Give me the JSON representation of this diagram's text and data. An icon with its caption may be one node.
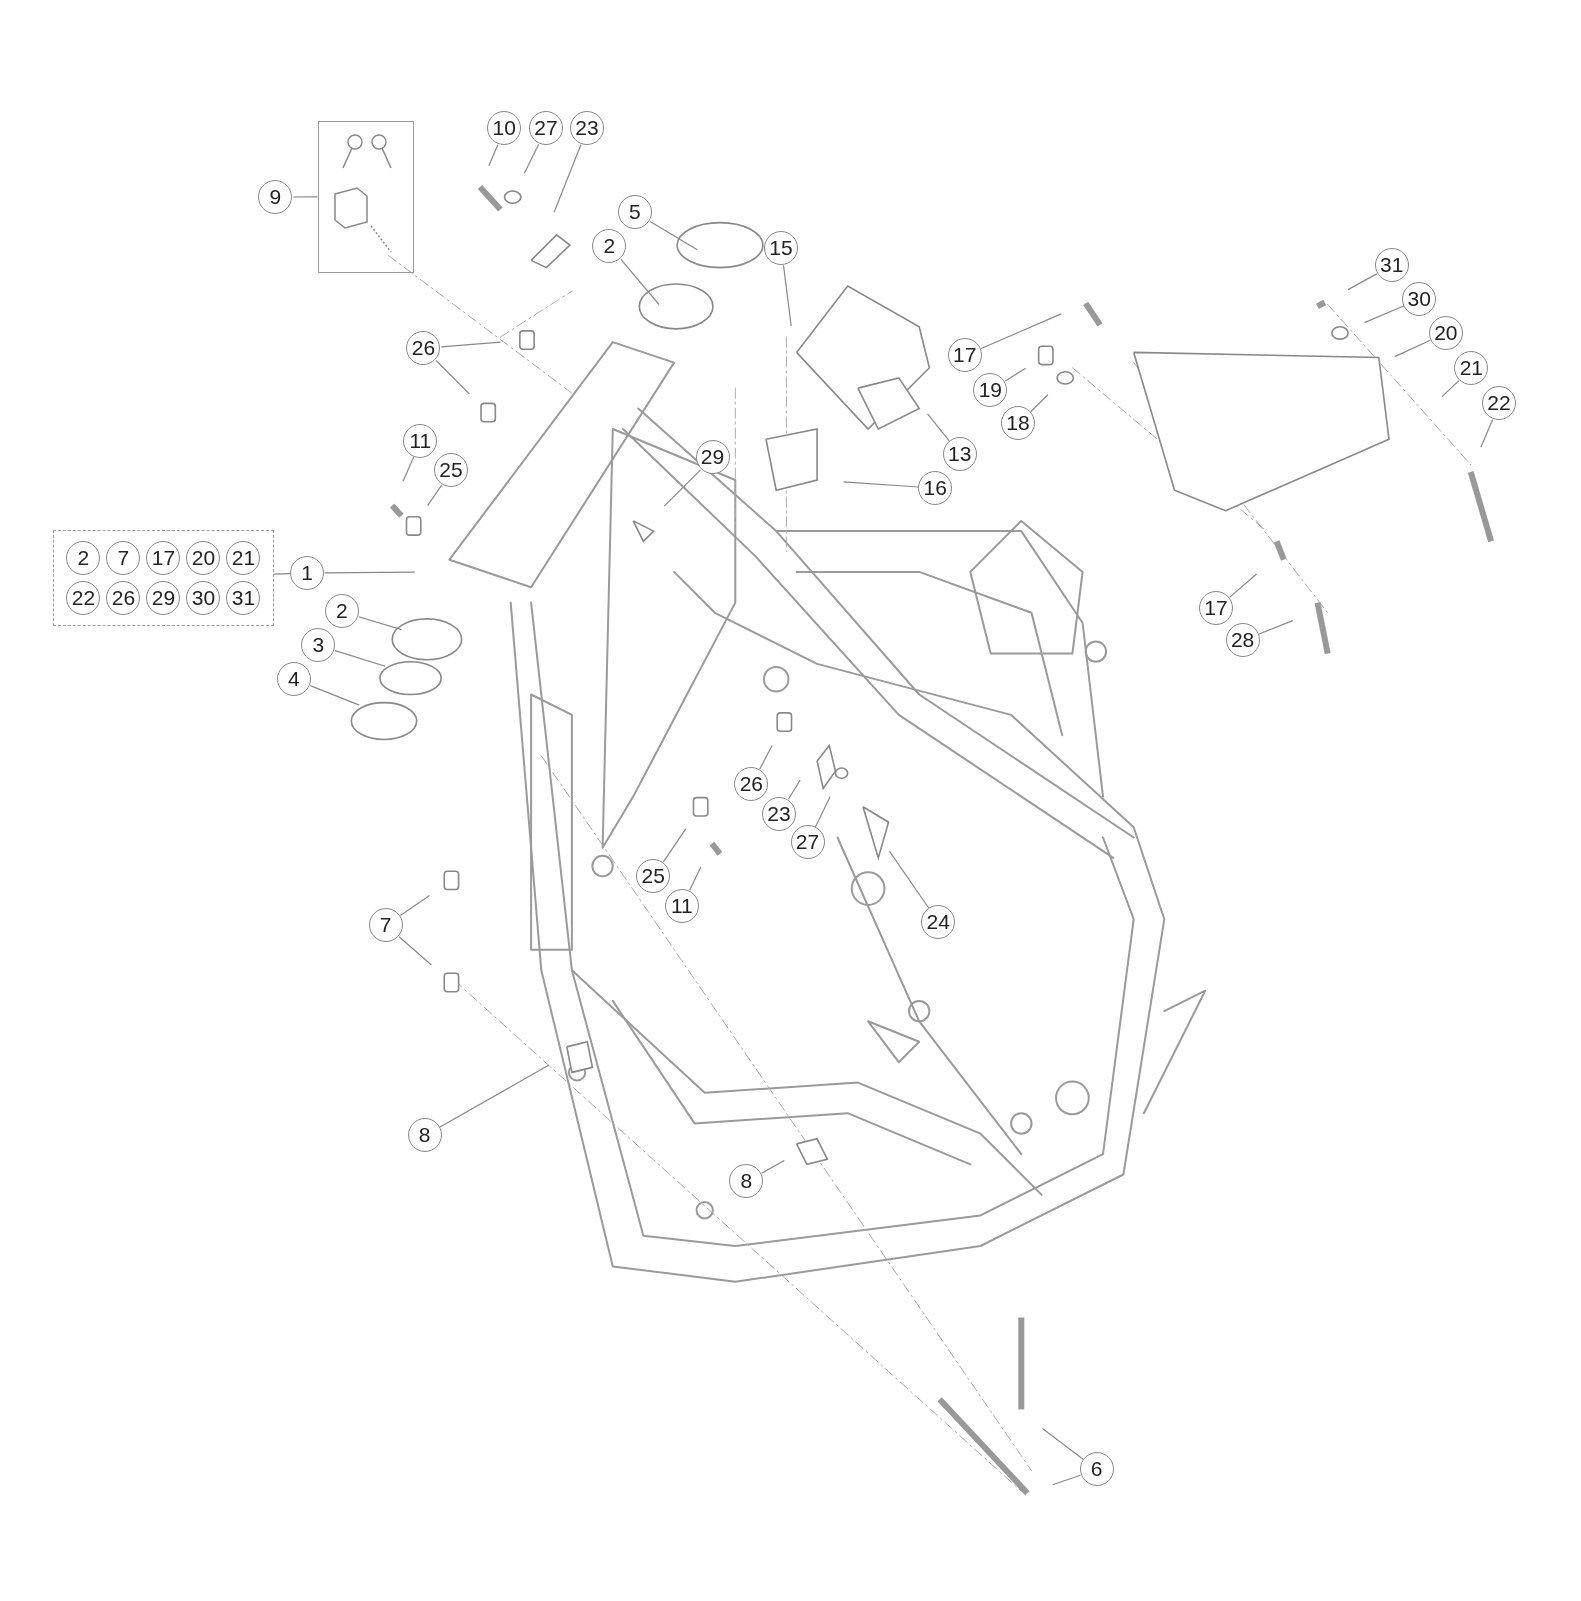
{
  "diagram": {
    "nodes": [
      {
        "text": [
          "10"
        ]
      },
      {
        "text": [
          "27"
        ]
      },
      {
        "text": [
          "23"
        ]
      },
      {
        "text": [
          "9"
        ]
      },
      {
        "text": [],
        "shape": "box"
      },
      {
        "text": [
          "5"
        ]
      },
      {
        "text": [
          "2"
        ]
      },
      {
        "text": [
          "15"
        ]
      },
      {
        "text": [
          "31"
        ]
      },
      {
        "text": [
          "30"
        ]
      },
      {
        "text": [
          "20"
        ]
      },
      {
        "text": [
          "17"
        ]
      },
      {
        "text": [
          "26"
        ]
      },
      {
        "text": [
          "19"
        ]
      },
      {
        "text": [
          "18"
        ]
      },
      {
        "text": [
          "21"
        ]
      },
      {
        "text": [
          "22"
        ]
      },
      {
        "text": [
          "11"
        ]
      },
      {
        "text": [
          "25"
        ]
      },
      {
        "text": [
          "29"
        ]
      },
      {
        "text": [
          "13"
        ]
      },
      {
        "text": [
          "16"
        ]
      },
      {
        "text": [
          "2",
          "7",
          "17",
          "20",
          "21",
          "22",
          "26",
          "29",
          "30",
          "31"
        ]
      },
      {
        "text": [
          "1"
        ]
      },
      {
        "text": [
          "2"
        ]
      },
      {
        "text": [
          "3"
        ]
      },
      {
        "text": [
          "4"
        ]
      },
      {
        "text": [
          "17"
        ]
      },
      {
        "text": [
          "28"
        ]
      },
      {
        "text": [
          "26"
        ]
      },
      {
        "text": [
          "23"
        ]
      },
      {
        "text": [
          "27"
        ]
      },
      {
        "text": [
          "25"
        ]
      },
      {
        "text": [
          "11"
        ]
      },
      {
        "text": [
          "24"
        ]
      },
      {
        "text": [
          "7"
        ]
      },
      {
        "text": [
          "8"
        ]
      },
      {
        "text": [
          "8"
        ]
      },
      {
        "text": [
          "6"
        ]
      }
    ],
    "edges": [
      {
        "from": 0,
        "to": null,
        "arrow": "none"
      },
      {
        "from": 1,
        "to": null,
        "arrow": "none"
      },
      {
        "from": 2,
        "to": null,
        "arrow": "none"
      },
      {
        "from": 3,
        "to": 4,
        "arrow": "none"
      },
      {
        "from": 5,
        "to": null,
        "arrow": "none"
      },
      {
        "from": 6,
        "to": null,
        "arrow": "none"
      },
      {
        "from": 7,
        "to": null,
        "arrow": "none"
      },
      {
        "from": 8,
        "to": null,
        "arrow": "none"
      },
      {
        "from": 9,
        "to": null,
        "arrow": "none"
      },
      {
        "from": 10,
        "to": null,
        "arrow": "none"
      },
      {
        "from": 11,
        "to": null,
        "arrow": "none"
      },
      {
        "from": 12,
        "to": null,
        "arrow": "none"
      },
      {
        "from": 12,
        "to": null,
        "arrow": "none"
      },
      {
        "from": 13,
        "to": null,
        "arrow": "none"
      },
      {
        "from": 14,
        "to": null,
        "arrow": "none"
      },
      {
        "from": 15,
        "to": null,
        "arrow": "none"
      },
      {
        "from": 16,
        "to": null,
        "arrow": "none"
      },
      {
        "from": 17,
        "to": null,
        "arrow": "none"
      },
      {
        "from": 18,
        "to": null,
        "arrow": "none"
      },
      {
        "from": 19,
        "to": null,
        "arrow": "none"
      },
      {
        "from": 20,
        "to": null,
        "arrow": "none"
      },
      {
        "from": 21,
        "to": null,
        "arrow": "none"
      },
      {
        "from": 22,
        "to": 23,
        "arrow": "none"
      },
      {
        "from": 23,
        "to": null,
        "arrow": "none"
      },
      {
        "from": 24,
        "to": null,
        "arrow": "none"
      },
      {
        "from": 25,
        "to": null,
        "arrow": "none"
      },
      {
        "from": 26,
        "to": null,
        "arrow": "none"
      },
      {
        "from": 27,
        "to": null,
        "arrow": "none"
      },
      {
        "from": 28,
        "to": null,
        "arrow": "none"
      },
      {
        "from": 29,
        "to": null,
        "arrow": "none"
      },
      {
        "from": 30,
        "to": null,
        "arrow": "none"
      },
      {
        "from": 31,
        "to": null,
        "arrow": "none"
      },
      {
        "from": 32,
        "to": null,
        "arrow": "none"
      },
      {
        "from": 33,
        "to": null,
        "arrow": "none"
      },
      {
        "from": 34,
        "to": null,
        "arrow": "none"
      },
      {
        "from": 35,
        "to": null,
        "arrow": "none"
      },
      {
        "from": 35,
        "to": null,
        "arrow": "none"
      },
      {
        "from": 36,
        "to": null,
        "arrow": "none"
      },
      {
        "from": 37,
        "to": null,
        "arrow": "none"
      },
      {
        "from": 38,
        "to": null,
        "arrow": "none"
      },
      {
        "from": 38,
        "to": null,
        "arrow": "none"
      }
    ]
  }
}
